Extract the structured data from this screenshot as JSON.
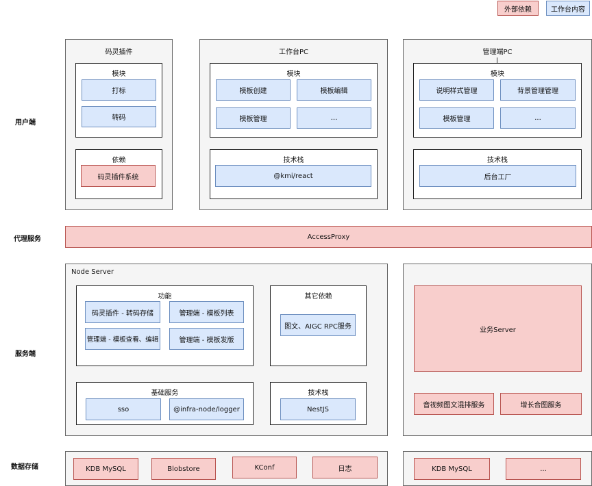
{
  "legend": {
    "external": "外部依赖",
    "internal": "工作台内容"
  },
  "rows": {
    "user": "用户端",
    "proxy": "代理服务",
    "server": "服务端",
    "storage": "数据存储"
  },
  "plugin": {
    "title": "码灵插件",
    "module_title": "模块",
    "modules": [
      "打标",
      "转码"
    ],
    "deps_title": "依赖",
    "deps": [
      "码灵插件系统"
    ]
  },
  "workbench": {
    "title": "工作台PC",
    "module_title": "模块",
    "modules": [
      "模板创建",
      "模板编辑",
      "模板管理",
      "..."
    ],
    "stack_title": "技术栈",
    "stack": [
      "@kmi/react"
    ]
  },
  "admin": {
    "title": "管理端PC",
    "module_title": "模块",
    "modules": [
      "说明样式管理",
      "背景管理管理",
      "模板管理",
      "..."
    ],
    "stack_title": "技术栈",
    "stack": [
      "后台工厂"
    ]
  },
  "proxy": {
    "label": "AccessProxy"
  },
  "node_server": {
    "title": "Node Server",
    "features_title": "功能",
    "features": [
      "码灵插件 - 转码存储",
      "管理端 - 模板列表",
      "管理端 - 模板查看、编辑",
      "管理端 - 模板发版"
    ],
    "other_title": "其它依赖",
    "other": [
      "图文、AIGC RPC服务"
    ],
    "base_title": "基础服务",
    "base": [
      "sso",
      "@infra-node/logger"
    ],
    "stack_title": "技术栈",
    "stack": [
      "NestJS"
    ]
  },
  "business": {
    "server": "业务Server",
    "services": [
      "音视频图文混排服务",
      "增长合图服务"
    ]
  },
  "storage": {
    "left": [
      "KDB MySQL",
      "Blobstore",
      "KConf",
      "日志"
    ],
    "right": [
      "KDB MySQL",
      "..."
    ]
  }
}
